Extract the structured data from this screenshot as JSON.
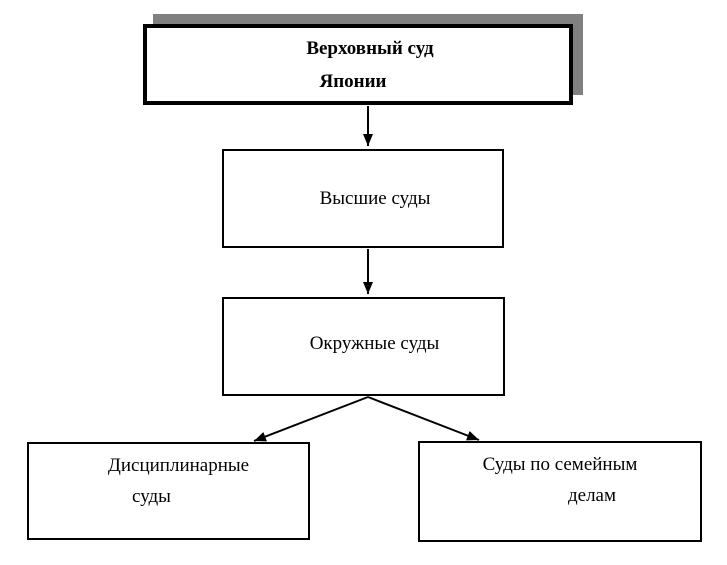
{
  "diagram": {
    "description": "Схема судебной системы Японии",
    "nodes": {
      "supreme": {
        "line1": "Верховный суд",
        "line2": "Японии"
      },
      "high": {
        "label": "Высшие суды"
      },
      "district": {
        "label": "Окружные суды"
      },
      "disciplinary": {
        "line1": "Дисциплинарные",
        "line2": "суды"
      },
      "family": {
        "line1": "Суды по семейным",
        "line2": "делам"
      }
    },
    "edges": [
      {
        "from": "Верховный суд Японии",
        "to": "Высшие суды"
      },
      {
        "from": "Высшие суды",
        "to": "Окружные суды"
      },
      {
        "from": "Окружные суды",
        "to": "Дисциплинарные суды"
      },
      {
        "from": "Окружные суды",
        "to": "Суды по семейным делам"
      }
    ],
    "colors": {
      "line": "#000000",
      "box_fill": "#ffffff",
      "shadow": "#808080",
      "background": "#ffffff"
    }
  }
}
